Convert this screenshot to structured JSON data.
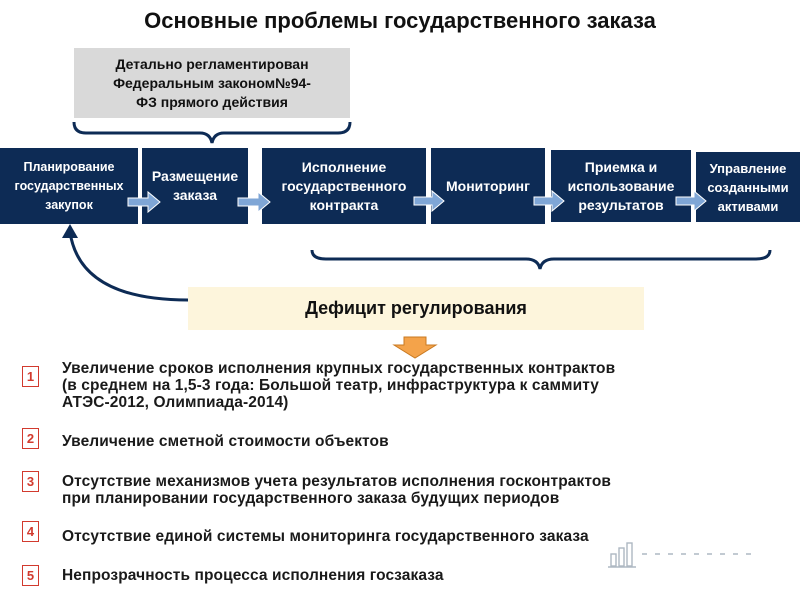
{
  "title": "Основные проблемы государственного заказа",
  "callout": {
    "lines": [
      "Детально регламентирован",
      "Федеральным законом№94-",
      "ФЗ прямого действия"
    ]
  },
  "stages": [
    {
      "lines": [
        "Планирование",
        "государственных",
        "закупок"
      ]
    },
    {
      "lines": [
        "Размещение",
        "заказа"
      ]
    },
    {
      "lines": [
        "Исполнение",
        "государственного",
        "контракта"
      ]
    },
    {
      "lines": [
        "Мониторинг"
      ]
    },
    {
      "lines": [
        "Приемка и",
        "использование",
        "результатов"
      ]
    },
    {
      "lines": [
        "Управление",
        "созданными",
        "активами"
      ]
    }
  ],
  "deficit": "Дефицит регулирования",
  "items": [
    {
      "num": "1",
      "lines": [
        "Увеличение сроков исполнения крупных государственных контрактов",
        "(в среднем на 1,5-3 года: Большой театр, инфраструктура к саммиту",
        "АТЭС-2012, Олимпиада-2014)"
      ]
    },
    {
      "num": "2",
      "lines": [
        "Увеличение сметной стоимости объектов"
      ]
    },
    {
      "num": "3",
      "lines": [
        "Отсутствие механизмов учета результатов исполнения госконтрактов",
        "при планировании государственного заказа будущих периодов"
      ]
    },
    {
      "num": "4",
      "lines": [
        "Отсутствие единой системы мониторинга государственного заказа"
      ]
    },
    {
      "num": "5",
      "lines": [
        "Непрозрачность процесса исполнения госзаказа"
      ]
    }
  ],
  "colors": {
    "stage_bg": "#0d2b55",
    "arrow": "#7fa6d6",
    "brace": "#0d2b55",
    "callout_bg": "#d9d9d9",
    "deficit_bg": "#fdf5dc",
    "number_border": "#d23a2e",
    "down_arrow": "#f4a34a"
  },
  "icons": [
    "bar-chart-icon"
  ]
}
